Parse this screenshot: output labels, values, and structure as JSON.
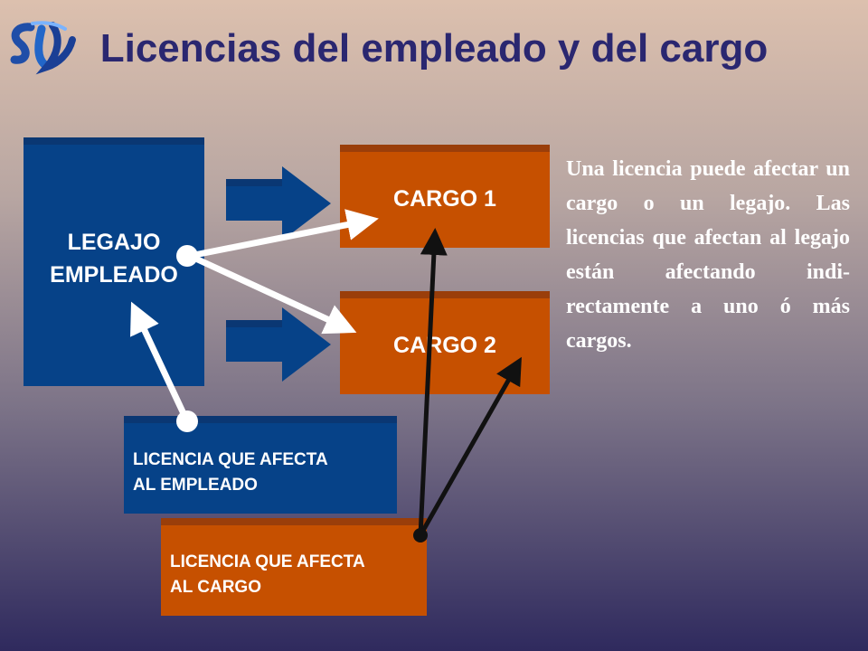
{
  "title": "Licencias del empleado y del cargo",
  "boxes": {
    "legajo": "LEGAJO EMPLEADO",
    "legajo_line1": "LEGAJO",
    "legajo_line2": "EMPLEADO",
    "cargo1": "CARGO 1",
    "cargo2": "CARGO 2",
    "licencia_empleado_line1": "LICENCIA QUE AFECTA",
    "licencia_empleado_line2": "AL EMPLEADO",
    "licencia_cargo_line1": "LICENCIA QUE AFECTA",
    "licencia_cargo_line2": "AL CARGO"
  },
  "description": "Una licencia puede afectar un cargo o un legajo. Las licencias que afectan al legajo están afectando indi-rectamente a uno ó más cargos.",
  "colors": {
    "title": "#2a2770",
    "blue_box": "#064288",
    "orange_box": "#c65000",
    "arrow_white": "#ffffff",
    "arrow_black": "#111111"
  },
  "icons": {
    "logo": "si-logo-icon",
    "block_arrow": "block-arrow-icon"
  }
}
